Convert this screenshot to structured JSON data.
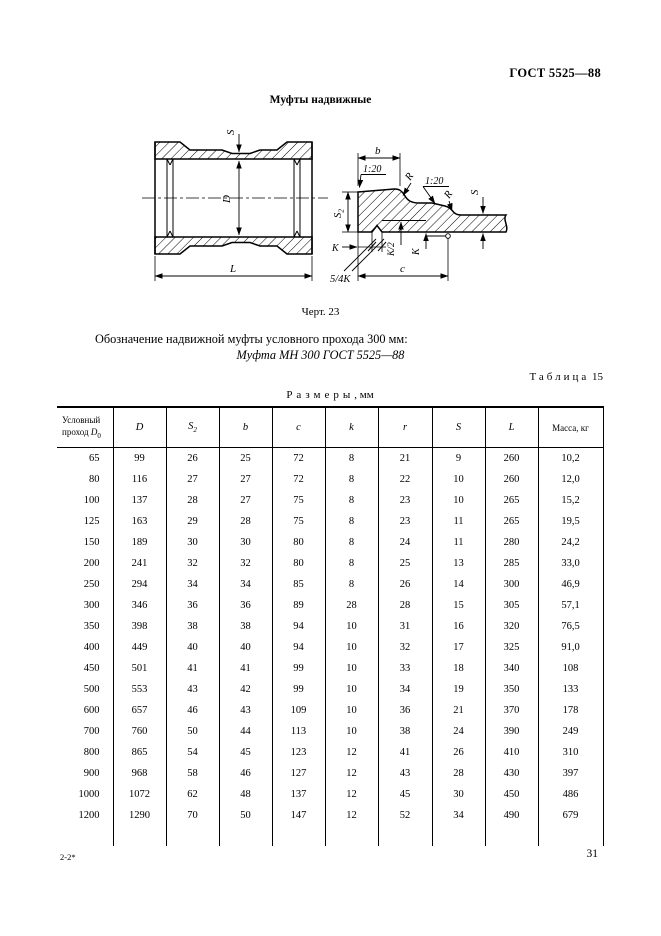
{
  "page": {
    "code": "ГОСТ 5525—88",
    "number": "31",
    "footer_left": "2-2*"
  },
  "title": "Муфты надвижные",
  "figure": {
    "caption": "Черт. 23",
    "left": {
      "s": "S",
      "d": "D",
      "l": "L"
    },
    "right": {
      "b": "b",
      "taper1": "1:20",
      "taper2": "1:20",
      "r1": "R",
      "r2": "R",
      "s2_base": "S",
      "s2_sub": "2",
      "s": "S",
      "k_left": "K",
      "k_half": "К/2",
      "k_mid": "K",
      "k54": "5/4K",
      "c": "c"
    }
  },
  "designation": {
    "line1": "Обозначение надвижной муфты условного прохода 300 мм:",
    "line2": "Муфта МН 300 ГОСТ 5525—88"
  },
  "table": {
    "label_word": "Таблица",
    "label_num": "15",
    "units_word": "Размеры",
    "units_suffix": ", мм",
    "columns": {
      "c0_line1": "Условный",
      "c0_line2": "проход",
      "c0_sym": "D",
      "c0_sub": "0",
      "c1": "D",
      "c2_base": "S",
      "c2_sub": "2",
      "c3": "b",
      "c4": "c",
      "c5": "k",
      "c6": "r",
      "c7": "S",
      "c8": "L",
      "c9": "Масса, кг"
    },
    "rows": [
      [
        "65",
        "99",
        "26",
        "25",
        "72",
        "8",
        "21",
        "9",
        "260",
        "10,2"
      ],
      [
        "80",
        "116",
        "27",
        "27",
        "72",
        "8",
        "22",
        "10",
        "260",
        "12,0"
      ],
      [
        "100",
        "137",
        "28",
        "27",
        "75",
        "8",
        "23",
        "10",
        "265",
        "15,2"
      ],
      [
        "125",
        "163",
        "29",
        "28",
        "75",
        "8",
        "23",
        "11",
        "265",
        "19,5"
      ],
      [
        "150",
        "189",
        "30",
        "30",
        "80",
        "8",
        "24",
        "11",
        "280",
        "24,2"
      ],
      [
        "200",
        "241",
        "32",
        "32",
        "80",
        "8",
        "25",
        "13",
        "285",
        "33,0"
      ],
      [
        "250",
        "294",
        "34",
        "34",
        "85",
        "8",
        "26",
        "14",
        "300",
        "46,9"
      ],
      [
        "300",
        "346",
        "36",
        "36",
        "89",
        "28",
        "28",
        "15",
        "305",
        "57,1"
      ],
      [
        "350",
        "398",
        "38",
        "38",
        "94",
        "10",
        "31",
        "16",
        "320",
        "76,5"
      ],
      [
        "400",
        "449",
        "40",
        "40",
        "94",
        "10",
        "32",
        "17",
        "325",
        "91,0"
      ],
      [
        "450",
        "501",
        "41",
        "41",
        "99",
        "10",
        "33",
        "18",
        "340",
        "108"
      ],
      [
        "500",
        "553",
        "43",
        "42",
        "99",
        "10",
        "34",
        "19",
        "350",
        "133"
      ],
      [
        "600",
        "657",
        "46",
        "43",
        "109",
        "10",
        "36",
        "21",
        "370",
        "178"
      ],
      [
        "700",
        "760",
        "50",
        "44",
        "113",
        "10",
        "38",
        "24",
        "390",
        "249"
      ],
      [
        "800",
        "865",
        "54",
        "45",
        "123",
        "12",
        "41",
        "26",
        "410",
        "310"
      ],
      [
        "900",
        "968",
        "58",
        "46",
        "127",
        "12",
        "43",
        "28",
        "430",
        "397"
      ],
      [
        "1000",
        "1072",
        "62",
        "48",
        "137",
        "12",
        "45",
        "30",
        "450",
        "486"
      ],
      [
        "1200",
        "1290",
        "70",
        "50",
        "147",
        "12",
        "52",
        "34",
        "490",
        "679"
      ]
    ]
  }
}
